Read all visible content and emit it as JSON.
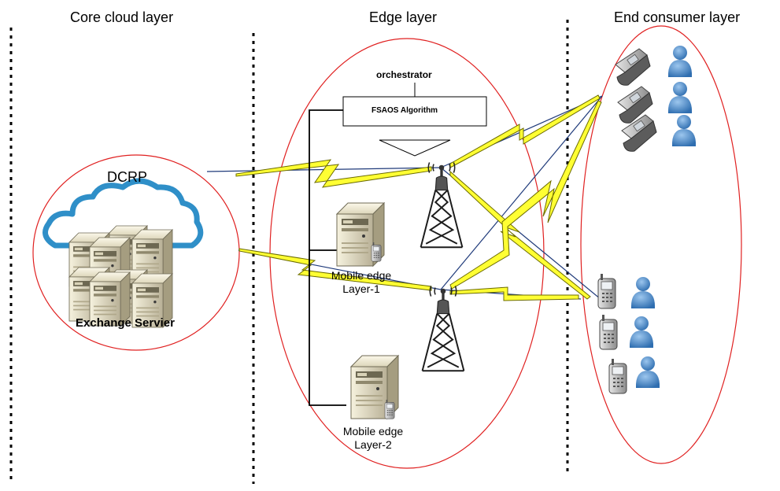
{
  "layers": {
    "core_title": "Core cloud layer",
    "edge_title": "Edge layer",
    "consumer_title": "End consumer layer"
  },
  "core": {
    "dcrp_label": "DCRP",
    "server_label": "Exchange Servier"
  },
  "edge": {
    "orchestrator_label": "orchestrator",
    "algorithm_label": "FSAOS Algorithm",
    "mobile_edge_1_line1": "Mobile edge",
    "mobile_edge_1_line2": "Layer-1",
    "mobile_edge_2_line1": "Mobile edge",
    "mobile_edge_2_line2": "Layer-2"
  },
  "colors": {
    "ellipse_stroke": "#e02020",
    "lightning_fill": "#ffff33",
    "lightning_stroke": "#6b6b00",
    "link_line": "#1f3a7a",
    "cloud_blue": "#2f8fc8",
    "user_blue": "#4a8ccf",
    "server_beige": "#e9e3c9"
  },
  "icons": [
    "cloud-icon",
    "server-rack-icon",
    "server-icon",
    "tower-icon",
    "mobile-phone-icon",
    "user-icon",
    "lightning-link-icon"
  ]
}
